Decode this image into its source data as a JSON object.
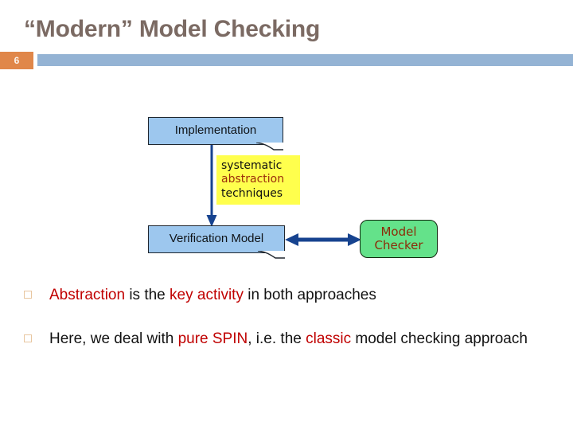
{
  "slide": {
    "title": "“Modern” Model Checking",
    "number": "6",
    "accent_orange": "#e0874a",
    "accent_blue": "#94b3d4",
    "title_color": "#7b6a63",
    "highlight_color": "#c00000"
  },
  "diagram": {
    "implementation": {
      "label": "Implementation",
      "fill": "#9dc7ee"
    },
    "verification_model": {
      "label": "Verification Model",
      "fill": "#9dc7ee"
    },
    "model_checker": {
      "line1": "Model",
      "line2": "Checker",
      "fill": "#64e28a",
      "text_color": "#8c2b08"
    },
    "note": {
      "line1": "systematic",
      "line2": "abstraction",
      "line3": "techniques",
      "fill": "#ffff4d",
      "emphasis_color": "#9b2d0b"
    },
    "arrow_color": "#17438f",
    "arrow_down_name": "abstraction-arrow",
    "arrow_lr_name": "verification-checker-arrow"
  },
  "bullets": [
    {
      "marker": "square-outline-bullet",
      "parts": [
        {
          "text": "Abstraction",
          "highlight": true
        },
        {
          "text": " is the ",
          "highlight": false
        },
        {
          "text": "key activity",
          "highlight": true
        },
        {
          "text": " in both approaches",
          "highlight": false
        }
      ]
    },
    {
      "marker": "square-outline-bullet",
      "parts": [
        {
          "text": "Here, we deal with ",
          "highlight": false
        },
        {
          "text": "pure SPIN",
          "highlight": true
        },
        {
          "text": ", i.e. the ",
          "highlight": false
        },
        {
          "text": "classic",
          "highlight": true
        },
        {
          "text": " model checking approach",
          "highlight": false
        }
      ]
    }
  ]
}
